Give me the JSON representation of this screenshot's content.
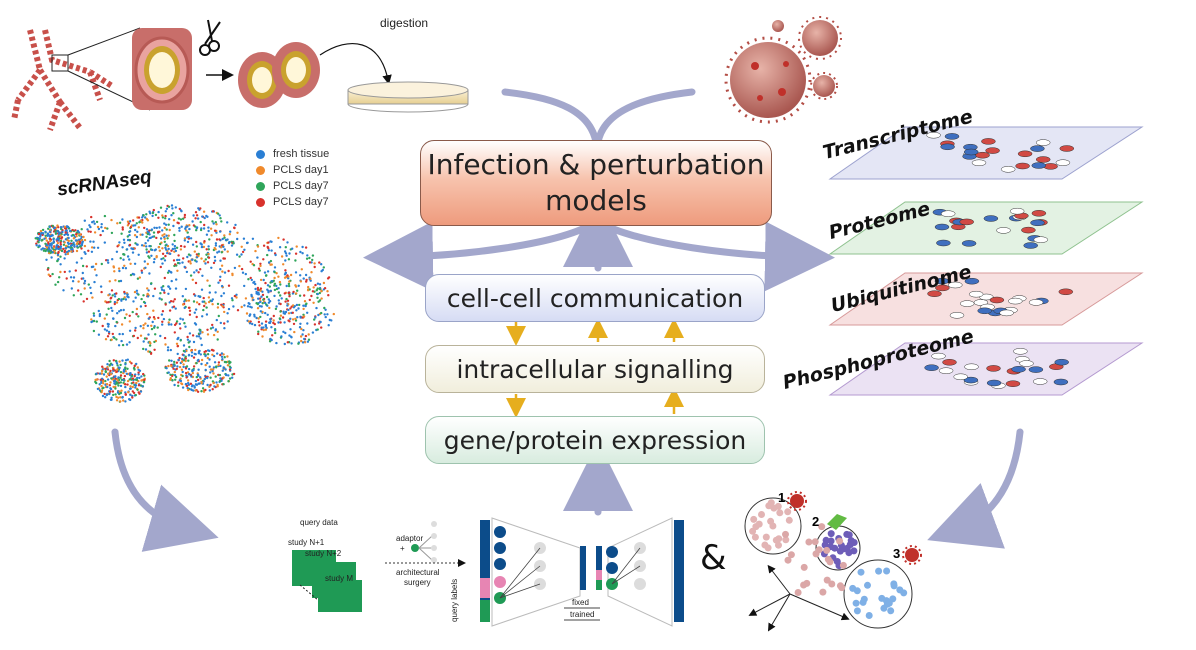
{
  "top": {
    "digestion_label": "digestion"
  },
  "center": {
    "main_box_line1": "Infection & perturbation",
    "main_box_line2": "models",
    "box_communication": "cell-cell communication",
    "box_signalling": "intracellular signalling",
    "box_expression": "gene/protein expression"
  },
  "left": {
    "title": "scRNAseq",
    "legend": [
      {
        "label": "fresh tissue",
        "color": "#2a7fd4"
      },
      {
        "label": "PCLS day1",
        "color": "#f08a2c"
      },
      {
        "label": "PCLS day7",
        "color": "#2fa55a"
      },
      {
        "label": "PCLS day7",
        "color": "#d8322c"
      }
    ]
  },
  "right": {
    "layers": [
      {
        "label": "Transcriptome",
        "fill": "#e4e6f5",
        "stroke": "#9da2cf"
      },
      {
        "label": "Proteome",
        "fill": "#e3f2e3",
        "stroke": "#8fc28f"
      },
      {
        "label": "Ubiquitinome",
        "fill": "#f7e0e0",
        "stroke": "#d79a9a"
      },
      {
        "label": "Phosphoproteome",
        "fill": "#ebe2f3",
        "stroke": "#b49ad0"
      }
    ]
  },
  "bottom": {
    "query_data": "query data",
    "study_n1": "study N+1",
    "study_n2": "study N+2",
    "study_m": "study M",
    "adaptor": "adaptor",
    "plus": "+",
    "architectural_surgery_1": "architectural",
    "architectural_surgery_2": "surgery",
    "query_labels": "query labels",
    "fixed": "fixed",
    "trained": "trained",
    "ampersand": "&",
    "cluster_1": "1",
    "cluster_2": "2",
    "cluster_3": "3"
  }
}
